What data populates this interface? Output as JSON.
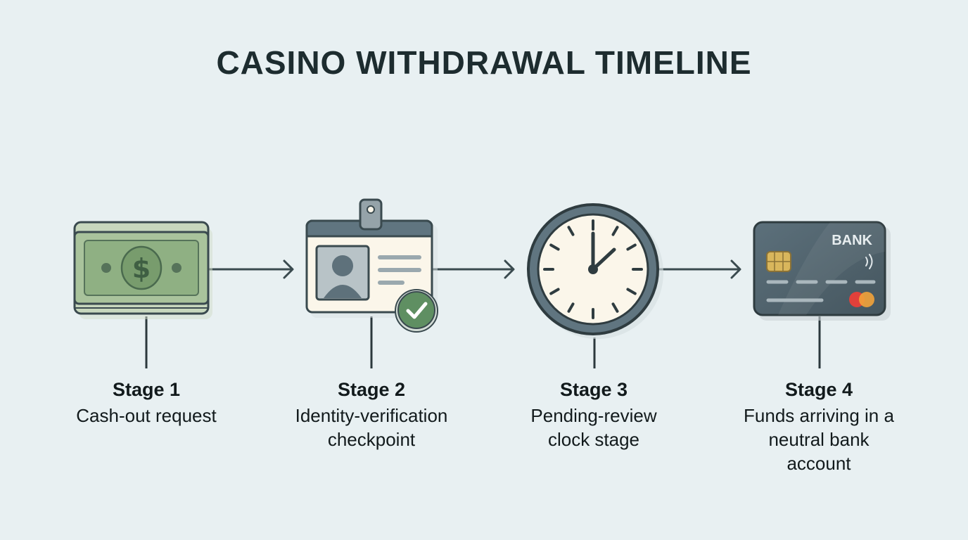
{
  "title": "CASINO WITHDRAWAL TIMELINE",
  "stages": [
    {
      "number": "Stage 1",
      "description": "Cash-out request",
      "icon": "banknote-icon"
    },
    {
      "number": "Stage 2",
      "description": "Identity-verification checkpoint",
      "icon": "id-badge-icon"
    },
    {
      "number": "Stage 3",
      "description": "Pending-review clock stage",
      "icon": "clock-icon"
    },
    {
      "number": "Stage 4",
      "description": "Funds arriving in a neutral bank account",
      "icon": "bank-card-icon"
    }
  ],
  "card": {
    "brand_text": "BANK"
  },
  "banknote": {
    "currency_symbol": "$"
  },
  "colors": {
    "background": "#e8f0f2",
    "outline": "#3a4a4f",
    "money_green": "#a9c39c",
    "check_green": "#5f8f62",
    "card_slate": "#536672"
  }
}
